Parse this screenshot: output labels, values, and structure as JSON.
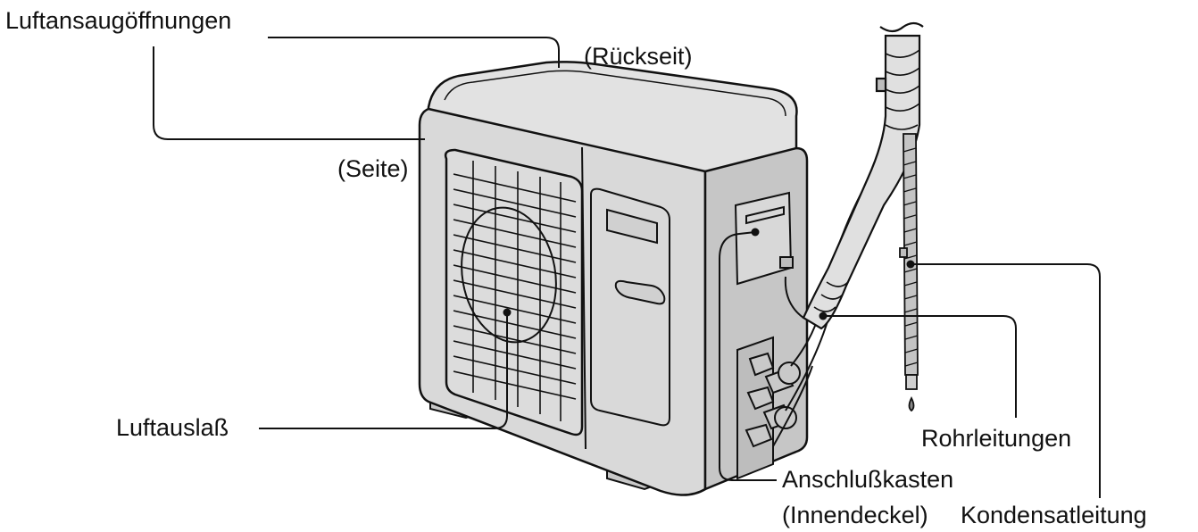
{
  "labels": {
    "air_intake": "Luftansaugöffnungen",
    "rear": "(Rückseit)",
    "side": "(Seite)",
    "air_outlet": "Luftauslaß",
    "piping": "Rohrleitungen",
    "terminal_box": "Anschlußkasten",
    "inner_cover": "(Innendeckel)",
    "drain_hose": "Kondensatleitung"
  },
  "colors": {
    "line": "#111111",
    "unit_light": "#e4e4e4",
    "unit_mid": "#cfcfcf",
    "unit_dark": "#bcbcbc"
  }
}
